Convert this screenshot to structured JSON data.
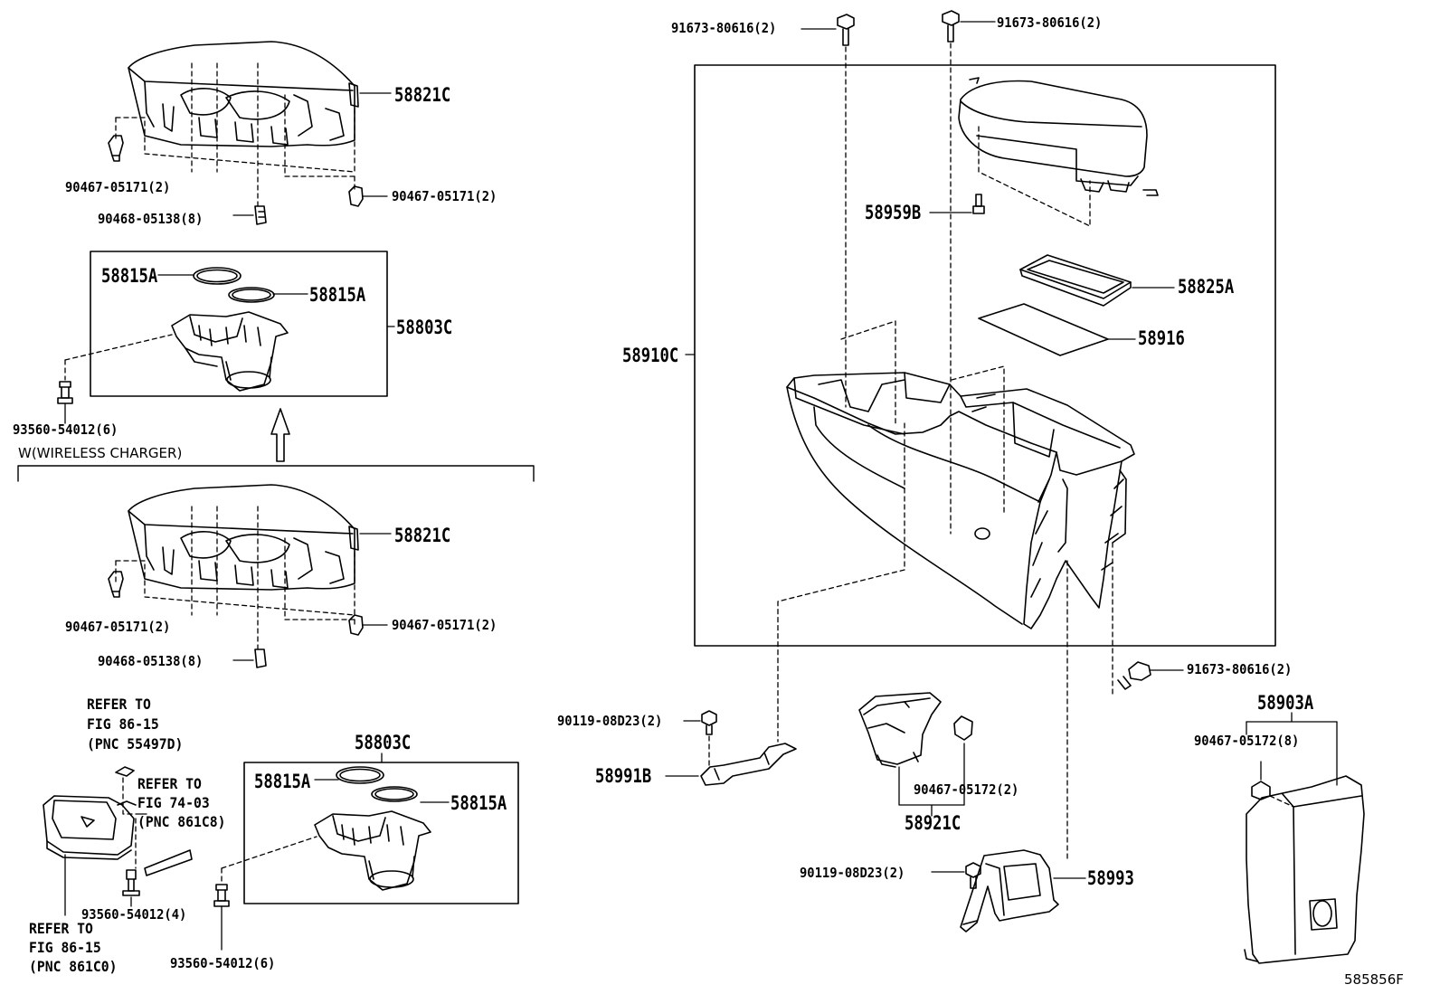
{
  "labels": {
    "top_58821c": "58821C",
    "top_90467_left": "90467-05171(2)",
    "top_90467_right": "90467-05171(2)",
    "top_90468": "90468-05138(8)",
    "box1_58815a_left": "58815A",
    "box1_58815a_right": "58815A",
    "box1_58803c": "58803C",
    "box1_93560": "93560-54012(6)",
    "wireless_note": "W(WIRELESS CHARGER)",
    "mid_58821c": "58821C",
    "mid_90467_left": "90467-05171(2)",
    "mid_90467_right": "90467-05171(2)",
    "mid_90468": "90468-05138(8)",
    "refer_55497d": [
      "REFER TO",
      "FIG 86-15",
      "(PNC 55497D)"
    ],
    "refer_861c8": [
      "REFER TO",
      "FIG 74-03",
      "(PNC 861C8)"
    ],
    "refer_861c0": [
      "REFER TO",
      "FIG 86-15",
      "(PNC 861C0)"
    ],
    "bot_93560_4": "93560-54012(4)",
    "bot_93560_6": "93560-54012(6)",
    "box2_58803c": "58803C",
    "box2_58815a_left": "58815A",
    "box2_58815a_right": "58815A",
    "r_91673_top_left": "91673-80616(2)",
    "r_91673_top_right": "91673-80616(2)",
    "r_58959b": "58959B",
    "r_58825a": "58825A",
    "r_58916": "58916",
    "r_58910c": "58910C",
    "r_91673_low": "91673-80616(2)",
    "r_58903a": "58903A",
    "r_90467_05172_8": "90467-05172(8)",
    "r_90119_a": "90119-08D23(2)",
    "r_58991b": "58991B",
    "r_90467_05172_2": "90467-05172(2)",
    "r_58921c": "58921C",
    "r_90119_b": "90119-08D23(2)",
    "r_58993": "58993",
    "diagram_code": "585856F"
  }
}
